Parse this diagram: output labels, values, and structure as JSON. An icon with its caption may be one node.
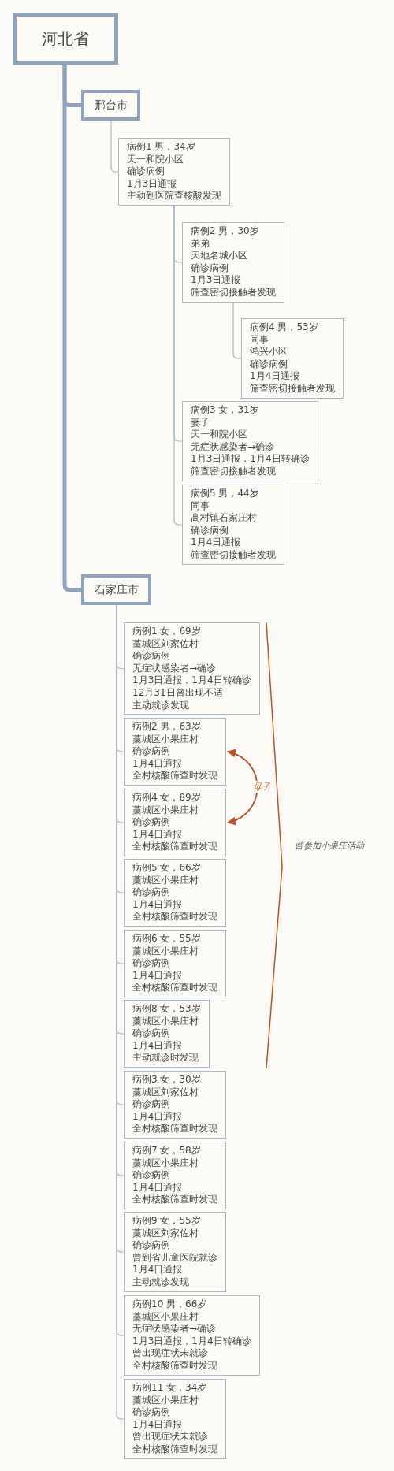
{
  "diagram": {
    "nodes": [
      {
        "text": [
          "河北省"
        ]
      },
      {
        "text": [
          "邢台市"
        ]
      },
      {
        "text": [
          "病例1 男，34岁",
          "天一和院小区",
          "确诊病例",
          "1月3日通报",
          "主动到医院查核酸发现"
        ]
      },
      {
        "text": [
          "病例2 男，30岁",
          "弟弟",
          "天地名城小区",
          "确诊病例",
          "1月3日通报",
          "筛查密切接触者发现"
        ]
      },
      {
        "text": [
          "病例4 男，53岁",
          "同事",
          "鸿兴小区",
          "确诊病例",
          "1月4日通报",
          "筛查密切接触者发现"
        ]
      },
      {
        "text": [
          "病例3 女，31岁",
          "妻子",
          "天一和院小区",
          "无症状感染者→确诊",
          "1月3日通报，1月4日转确诊",
          "筛查密切接触者发现"
        ]
      },
      {
        "text": [
          "病例5 男，44岁",
          "同事",
          "高村镇石家庄村",
          "确诊病例",
          "1月4日通报",
          "筛查密切接触者发现"
        ]
      },
      {
        "text": [
          "石家庄市"
        ]
      },
      {
        "text": [
          "病例1 女，69岁",
          "藁城区刘家佐村",
          "确诊病例",
          "无症状感染者→确诊",
          "1月3日通报，1月4日转确诊",
          "12月31日曾出现不适",
          "主动就诊发现"
        ]
      },
      {
        "text": [
          "病例2 男，63岁",
          "藁城区小果庄村",
          "确诊病例",
          "1月4日通报",
          "全村核酸筛查时发现"
        ]
      },
      {
        "text": [
          "病例4 女，89岁",
          "藁城区小果庄村",
          "确诊病例",
          "1月4日通报",
          "全村核酸筛查时发现"
        ]
      },
      {
        "text": [
          "病例5 女，66岁",
          "藁城区小果庄村",
          "确诊病例",
          "1月4日通报",
          "全村核酸筛查时发现"
        ]
      },
      {
        "text": [
          "病例6 女，55岁",
          "藁城区小果庄村",
          "确诊病例",
          "1月4日通报",
          "全村核酸筛查时发现"
        ]
      },
      {
        "text": [
          "病例8 女，53岁",
          "藁城区小果庄村",
          "确诊病例",
          "1月4日通报",
          "主动就诊时发现"
        ]
      },
      {
        "text": [
          "病例3 女，30岁",
          "藁城区刘家佐村",
          "确诊病例",
          "1月4日通报",
          "全村核酸筛查时发现"
        ]
      },
      {
        "text": [
          "病例7 女，58岁",
          "藁城区小果庄村",
          "确诊病例",
          "1月4日通报",
          "全村核酸筛查时发现"
        ]
      },
      {
        "text": [
          "病例9 女，55岁",
          "藁城区刘家佐村",
          "确诊病例",
          "曾到省儿童医院就诊",
          "1月4日通报",
          "主动就诊发现"
        ]
      },
      {
        "text": [
          "病例10 男，66岁",
          "藁城区小果庄村",
          "无症状感染者→确诊",
          "1月3日通报，1月4日转确诊",
          "曾出现症状未就诊",
          "全村核酸筛查时发现"
        ]
      },
      {
        "text": [
          "病例11 女，34岁",
          "藁城区小果庄村",
          "确诊病例",
          "1月4日通报",
          "曾出现症状未就诊",
          "全村核酸筛查时发现"
        ]
      }
    ],
    "edges": [
      {
        "from": 0,
        "to": 1,
        "arrow": "none",
        "style": "thick"
      },
      {
        "from": 1,
        "to": 2,
        "arrow": "none"
      },
      {
        "from": 2,
        "to": 3,
        "arrow": "none"
      },
      {
        "from": 3,
        "to": 4,
        "arrow": "none"
      },
      {
        "from": 2,
        "to": 5,
        "arrow": "none"
      },
      {
        "from": 2,
        "to": 6,
        "arrow": "none"
      },
      {
        "from": 0,
        "to": 7,
        "arrow": "none",
        "style": "thick"
      },
      {
        "from": 7,
        "to": 8,
        "arrow": "none"
      },
      {
        "from": 7,
        "to": 9,
        "arrow": "none"
      },
      {
        "from": 7,
        "to": 10,
        "arrow": "none"
      },
      {
        "from": 7,
        "to": 11,
        "arrow": "none"
      },
      {
        "from": 7,
        "to": 12,
        "arrow": "none"
      },
      {
        "from": 7,
        "to": 13,
        "arrow": "none"
      },
      {
        "from": 7,
        "to": 14,
        "arrow": "none"
      },
      {
        "from": 7,
        "to": 15,
        "arrow": "none"
      },
      {
        "from": 7,
        "to": 16,
        "arrow": "none"
      },
      {
        "from": 7,
        "to": 17,
        "arrow": "none"
      },
      {
        "from": 7,
        "to": 18,
        "arrow": "none"
      },
      {
        "from": 9,
        "to": 10,
        "arrow": "both",
        "label": "母子",
        "color": "#c0502a"
      }
    ],
    "labels": [
      "曾参加小果庄活动"
    ]
  }
}
